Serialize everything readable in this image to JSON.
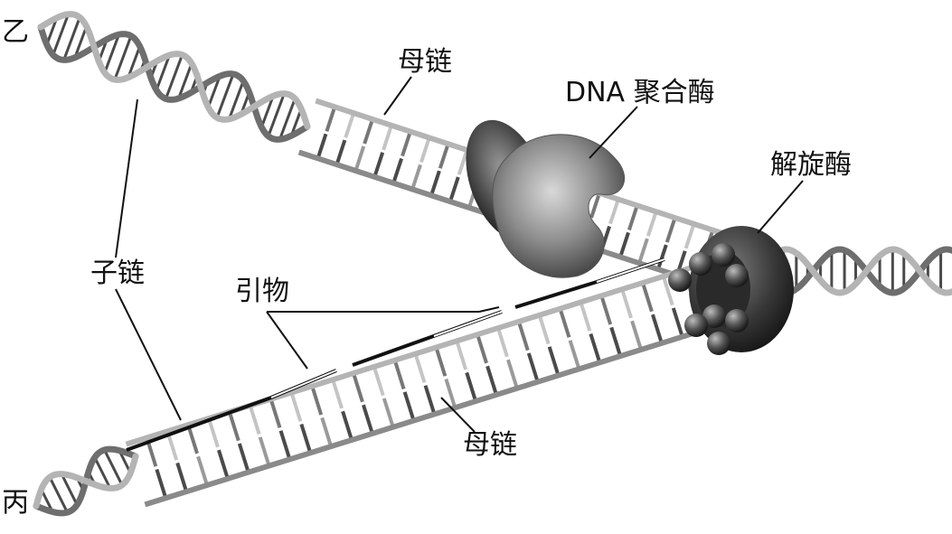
{
  "labels": {
    "end_top": "乙",
    "end_bottom": "丙",
    "parent_strand_top": "母链",
    "parent_strand_bottom": "母链",
    "dna_polymerase": "DNA 聚合酶",
    "helicase": "解旋酶",
    "daughter_strand": "子链",
    "primer": "引物"
  },
  "colors": {
    "backbone": "#8a8a8a",
    "backbone_light": "#b4b4b4",
    "rung": "#4a4a4a",
    "enzyme": "#7a7a7a",
    "helicase": "#3c3c3c",
    "label": "#111111"
  }
}
